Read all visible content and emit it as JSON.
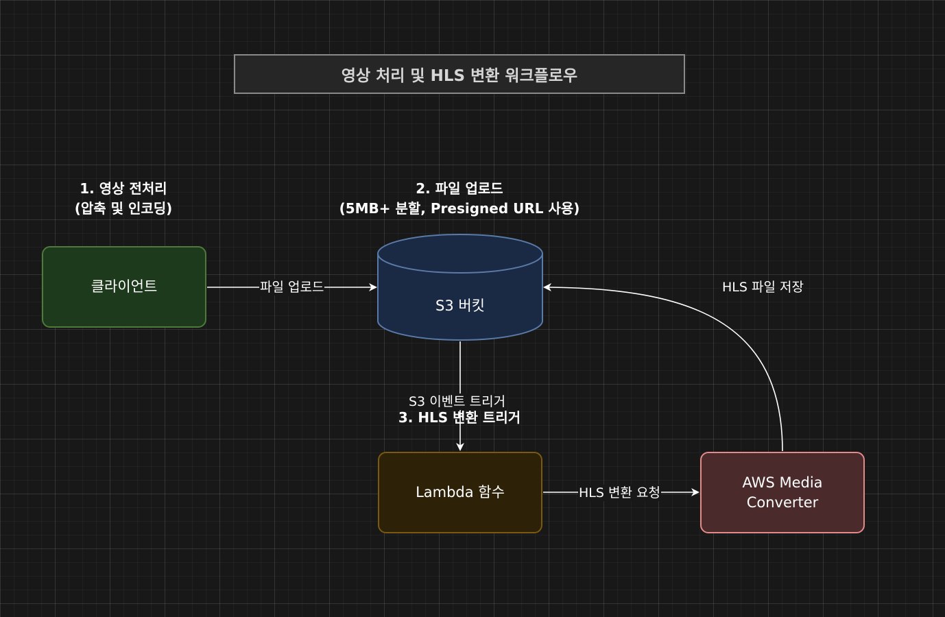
{
  "diagram": {
    "title": "영상 처리 및 HLS 변환 워크플로우",
    "steps": {
      "step1_line1": "1. 영상 전처리",
      "step1_line2": "(압축 및 인코딩)",
      "step2_line1": "2. 파일 업로드",
      "step2_line2": "(5MB+ 분할, Presigned URL 사용)",
      "step3": "3. HLS 변환 트리거"
    },
    "nodes": {
      "client": "클라이언트",
      "s3": "S3 버킷",
      "lambda": "Lambda 함수",
      "aws_line1": "AWS Media",
      "aws_line2": "Converter"
    },
    "edges": {
      "client_to_s3": "파일 업로드",
      "s3_to_lambda": "S3 이벤트 트리거",
      "lambda_to_aws": "HLS 변환 요청",
      "aws_to_s3": "HLS 파일 저장"
    },
    "colors": {
      "client_fill": "#1e3a1c",
      "client_stroke": "#4e7a3a",
      "s3_fill": "#1b2a44",
      "s3_stroke": "#5a7aa8",
      "lambda_fill": "#2d2108",
      "lambda_stroke": "#7a5a10",
      "aws_fill": "#4a2a2a",
      "aws_stroke": "#e58a8a"
    }
  }
}
